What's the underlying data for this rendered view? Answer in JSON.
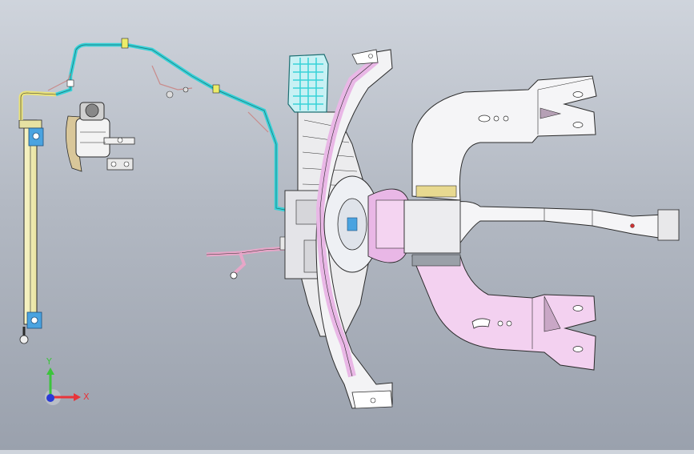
{
  "viewport": {
    "background_top": "#cfd4dc",
    "background_bottom": "#9aa1ad"
  },
  "triad": {
    "x_label": "X",
    "y_label": "Y",
    "x_color": "#e8343a",
    "y_color": "#3cc43c",
    "z_color": "#2a3ad6"
  },
  "model_colors": {
    "outline": "#2b2b2b",
    "duct_fill": "#f6f6f8",
    "duct_pink": "#e9b7e6",
    "pipe_cyan": "#37d2d8",
    "condenser_yellow": "#f4f0b8",
    "bracket_blue": "#4aa3e0",
    "compressor_tan": "#d9c79a",
    "hose_pink": "#e7a6c8"
  },
  "parts": [
    "condenser",
    "compressor",
    "refrigerant-pipes",
    "hvac-unit",
    "evaporator",
    "blower",
    "defrost-duct",
    "upper-vent-duct",
    "center-vent-duct",
    "lower-vent-duct",
    "drain-hose"
  ]
}
